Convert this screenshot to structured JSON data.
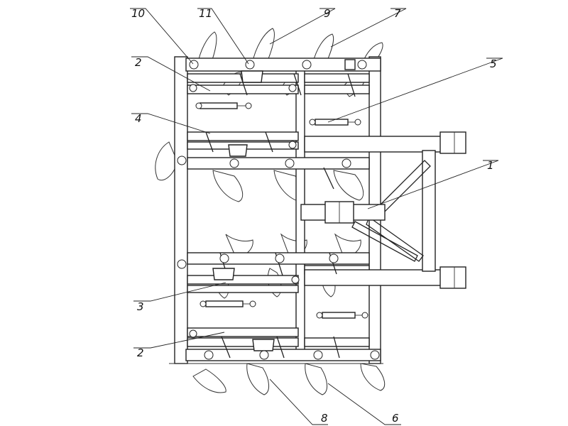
{
  "callouts": [
    {
      "id": "c10",
      "text": "10"
    },
    {
      "id": "c11",
      "text": "11"
    },
    {
      "id": "c9",
      "text": "9"
    },
    {
      "id": "c7",
      "text": "7"
    },
    {
      "id": "c2a",
      "text": "2"
    },
    {
      "id": "c5",
      "text": "5"
    },
    {
      "id": "c4",
      "text": "4"
    },
    {
      "id": "c1",
      "text": "1"
    },
    {
      "id": "c3",
      "text": "3"
    },
    {
      "id": "c2b",
      "text": "2"
    },
    {
      "id": "c8",
      "text": "8"
    },
    {
      "id": "c6",
      "text": "6"
    }
  ]
}
